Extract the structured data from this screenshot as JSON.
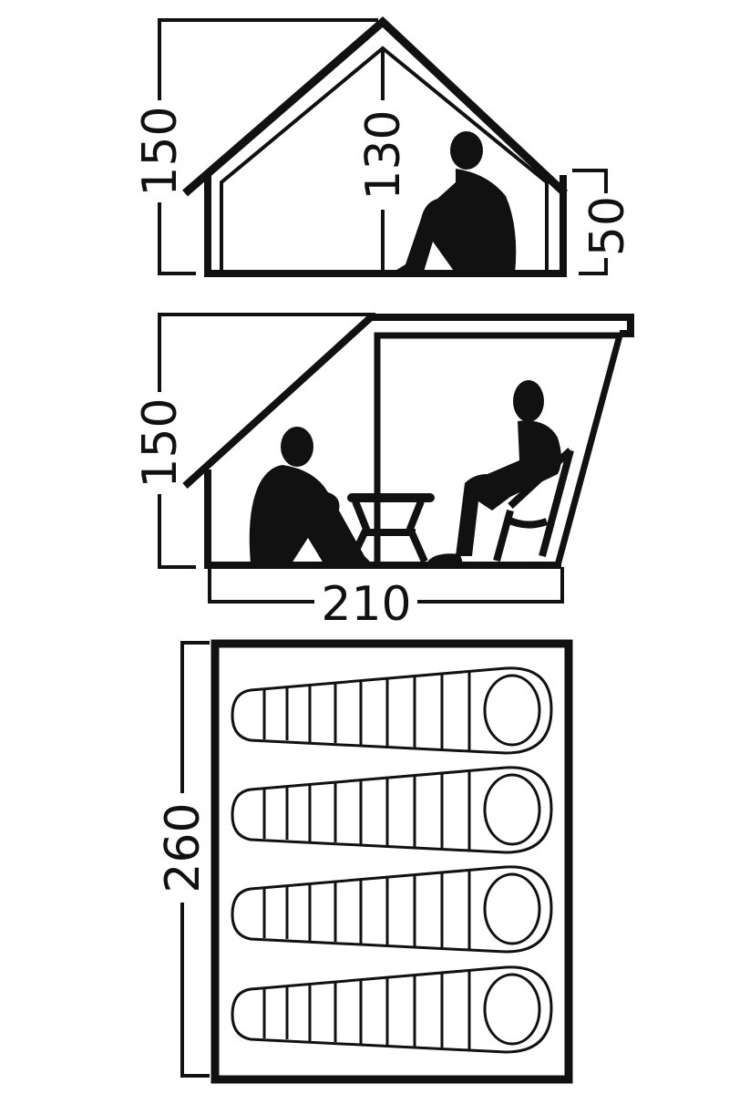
{
  "front_view": {
    "outer_height": "150",
    "inner_height": "130",
    "side_wall_height": "50"
  },
  "side_view": {
    "height": "150",
    "length": "210"
  },
  "floor_plan": {
    "width": "260",
    "sleeping_bags": 4
  },
  "colors": {
    "ink": "#111111",
    "background": "#ffffff"
  }
}
